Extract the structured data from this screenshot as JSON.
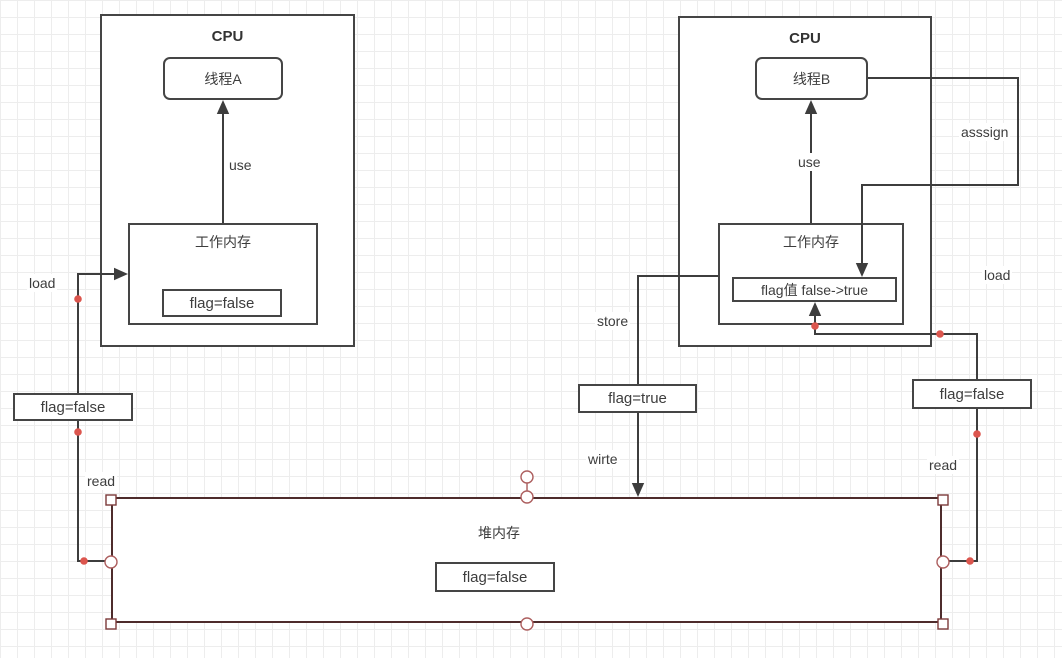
{
  "colors": {
    "line": "#3d3d3d",
    "box_border": "#454545",
    "selected_border": "#4e2c2c",
    "handle_square": "#7c3a3a",
    "handle_circle": "#ad5f5f",
    "waypoint_dot": "#dc564e",
    "grid_line": "#ededed",
    "text": "#3d3d3d"
  },
  "cpu_a": {
    "title": "CPU",
    "thread": "线程A",
    "memory_title": "工作内存",
    "flag": "flag=false"
  },
  "cpu_b": {
    "title": "CPU",
    "thread": "线程B",
    "memory_title": "工作内存",
    "flag": "flag值 false->true"
  },
  "heap": {
    "title": "堆内存",
    "flag": "flag=false"
  },
  "value_boxes": {
    "left": "flag=false",
    "middle": "flag=true",
    "right": "flag=false"
  },
  "edge_labels": {
    "use_a": "use",
    "use_b": "use",
    "load_left": "load",
    "read_left": "read",
    "store": "store",
    "write": "wirte",
    "assign": "asssign",
    "load_right": "load",
    "read_right": "read"
  }
}
